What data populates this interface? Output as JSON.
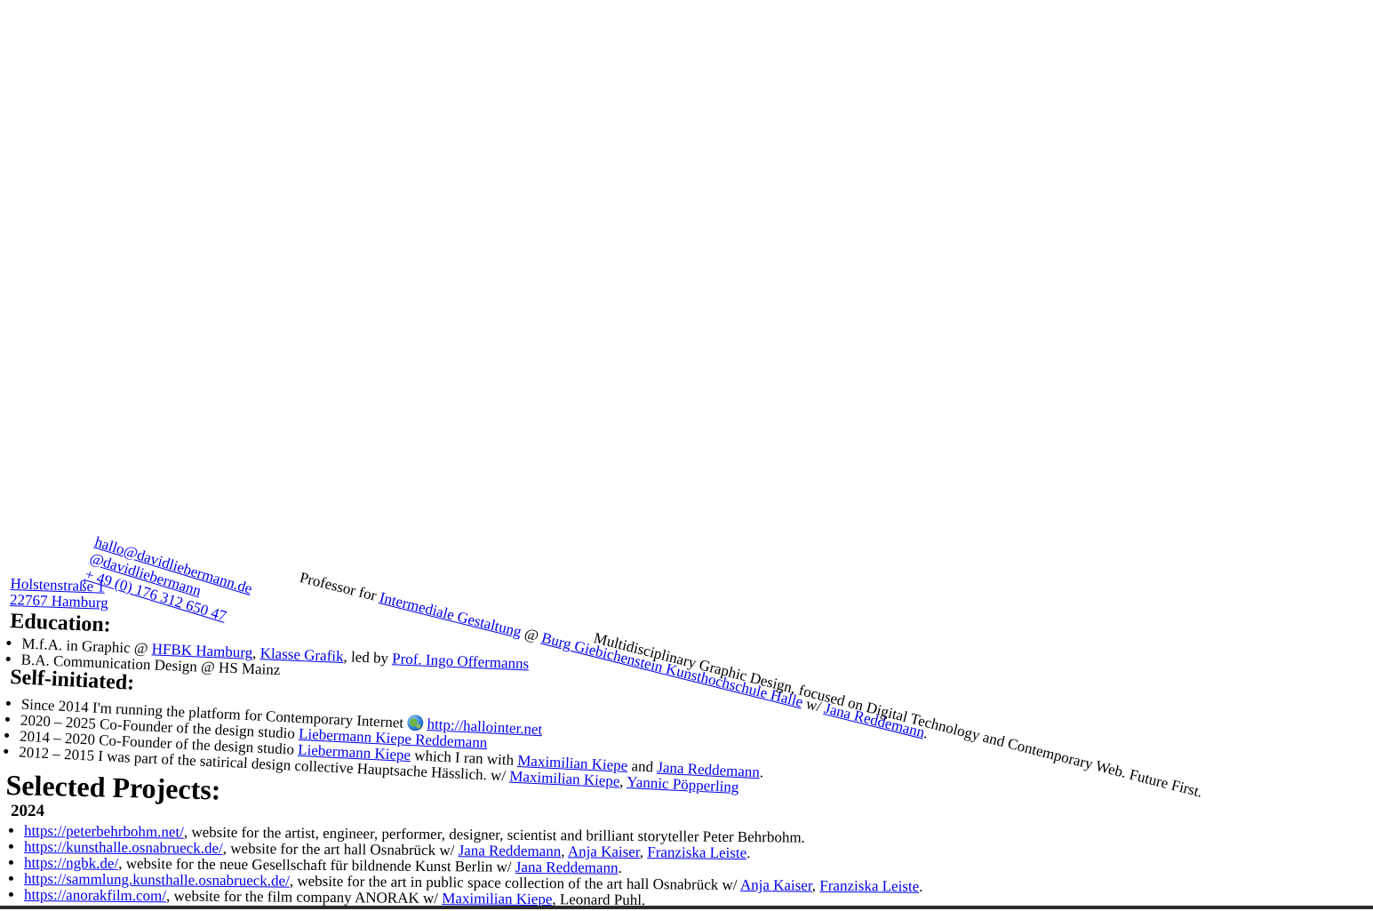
{
  "contact": {
    "email": "hallo@davidliebermann.de",
    "handle": "@davidliebermann",
    "phone": "+ 49 (0) 176 312 650 47",
    "street": "Holstenstraße 1",
    "city": "22767 Hamburg"
  },
  "professor": {
    "prefix": "Professor for ",
    "subject": "Intermediale Gestaltung",
    "at": " @ ",
    "school": "Burg Giebichenstein Kunsthochschule Halle",
    "with": " w/ ",
    "colleague": "Jana Reddemann",
    "end": "."
  },
  "tagline": "Multidisciplinary Graphic Design, focused on Digital Technology and Contemporary Web. Future First.",
  "education": {
    "heading": "Education:",
    "items": [
      {
        "prefix": "M.f.A. in Graphic @ ",
        "link1": "HFBK Hamburg",
        "sep1": ", ",
        "link2": "Klasse Grafik",
        "sep2": ", led by ",
        "link3": "Prof. Ingo Offermanns"
      },
      {
        "text": "B.A. Communication Design @ HS Mainz"
      }
    ]
  },
  "self_initiated": {
    "heading": "Self-initiated:",
    "items": [
      {
        "prefix": "Since 2014 I'm running the platform for Contemporary Internet ",
        "icon": "globe-icon",
        "link": "http://hallointer.net"
      },
      {
        "prefix": "2020 – 2025 Co-Founder of the design studio ",
        "link": "Liebermann Kiepe Reddemann"
      },
      {
        "prefix": "2014 – 2020 Co-Founder of the design studio ",
        "link1": "Liebermann Kiepe",
        "mid": " which I ran with ",
        "link2": "Maximilian Kiepe",
        "and": " and ",
        "link3": "Jana Reddemann",
        "end": "."
      },
      {
        "prefix": "2012 – 2015 I was part of the satirical design collective Hauptsache Hässlich. w/ ",
        "link1": "Maximilian Kiepe",
        "sep": ", ",
        "link2": "Yannic Pöpperling"
      }
    ]
  },
  "projects": {
    "heading": "Selected Projects:",
    "year": "2024",
    "items": [
      {
        "url": "https://peterbehrbohm.net/",
        "text": ", website for the artist, engineer, performer, designer, scientist and brilliant storyteller Peter Behrbohm."
      },
      {
        "url": "https://kunsthalle.osnabrueck.de/",
        "text": ", website for the art hall Osnabrück w/ ",
        "p1": "Jana Reddemann",
        "s1": ", ",
        "p2": "Anja Kaiser",
        "s2": ", ",
        "p3": "Franziska Leiste",
        "end": "."
      },
      {
        "url": "https://ngbk.de/",
        "text": ", website for the neue Gesellschaft für bildnende Kunst Berlin w/ ",
        "p1": "Jana Reddemann",
        "end": "."
      },
      {
        "url": "https://sammlung.kunsthalle.osnabrueck.de/",
        "text": ", website for the art in public space collection of the art hall Osnabrück w/ ",
        "p1": "Anja Kaiser",
        "s1": ", ",
        "p2": "Franziska Leiste",
        "end": "."
      },
      {
        "url": "https://anorakfilm.com/",
        "text": ", website for the film company ANORAK w/ ",
        "p1": "Maximilian Kiepe",
        "end": ", Leonard Puhl."
      }
    ]
  }
}
